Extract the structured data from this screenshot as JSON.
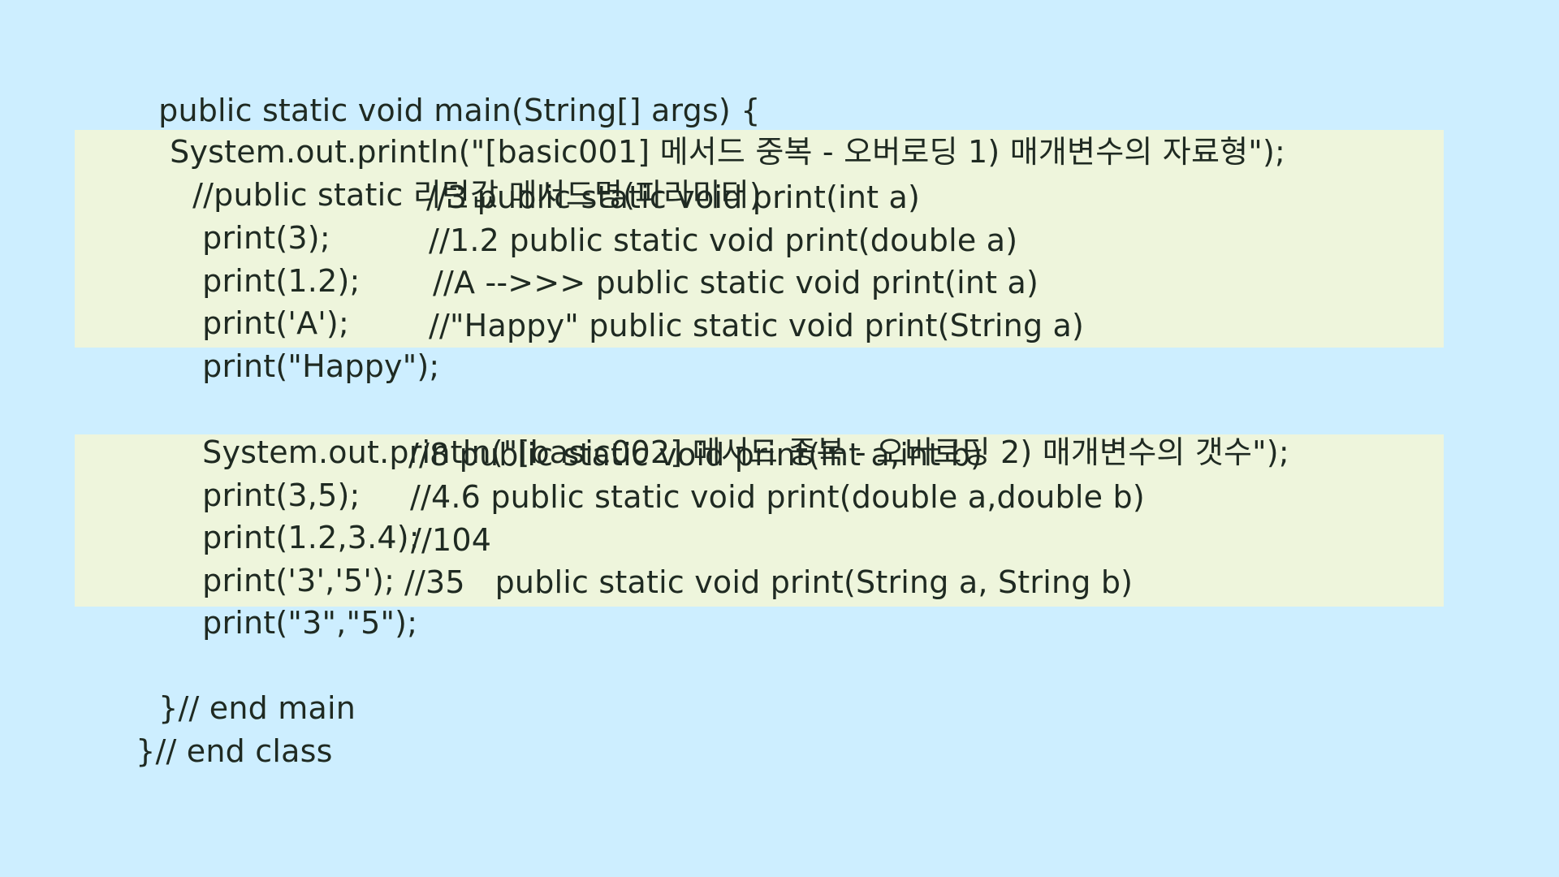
{
  "slide": {
    "background": "#cdeeff",
    "highlight": "#eef5dc",
    "text_color": "#1f2a22"
  },
  "lines": [
    {
      "code": "public static void main(String[] args) {"
    },
    {
      "code": "System.out.println(\"[basic001] 메서드 중복 - 오버로딩 1) 매개변수의 자료형\");"
    },
    {
      "code": "//public static 리턴값 메서드명(파라미터)"
    },
    {
      "code": "print(3);",
      "comment": "//3 public static void print(int a)"
    },
    {
      "code": "print(1.2);",
      "comment": "//1.2 public static void print(double a)"
    },
    {
      "code": "print('A');",
      "comment": "//A -->>> public static void print(int a)"
    },
    {
      "code": "print(\"Happy\");",
      "comment": "//\"Happy\" public static void print(String a)"
    },
    {
      "code": "System.out.println(\"[basic002] 메서드 중복 - 오버로딩 2) 매개변수의 갯수\");"
    },
    {
      "code": "print(3,5);",
      "comment": "//8 public static void print(int a,int b)"
    },
    {
      "code": "print(1.2,3.4);",
      "comment": "//4.6 public static void print(double a,double b)"
    },
    {
      "code": "print('3','5');",
      "comment": "//104"
    },
    {
      "code": "print(\"3\",\"5\");",
      "comment": "//35   public static void print(String a, String b)"
    },
    {
      "code": "}// end main"
    },
    {
      "code": "}// end class"
    }
  ]
}
